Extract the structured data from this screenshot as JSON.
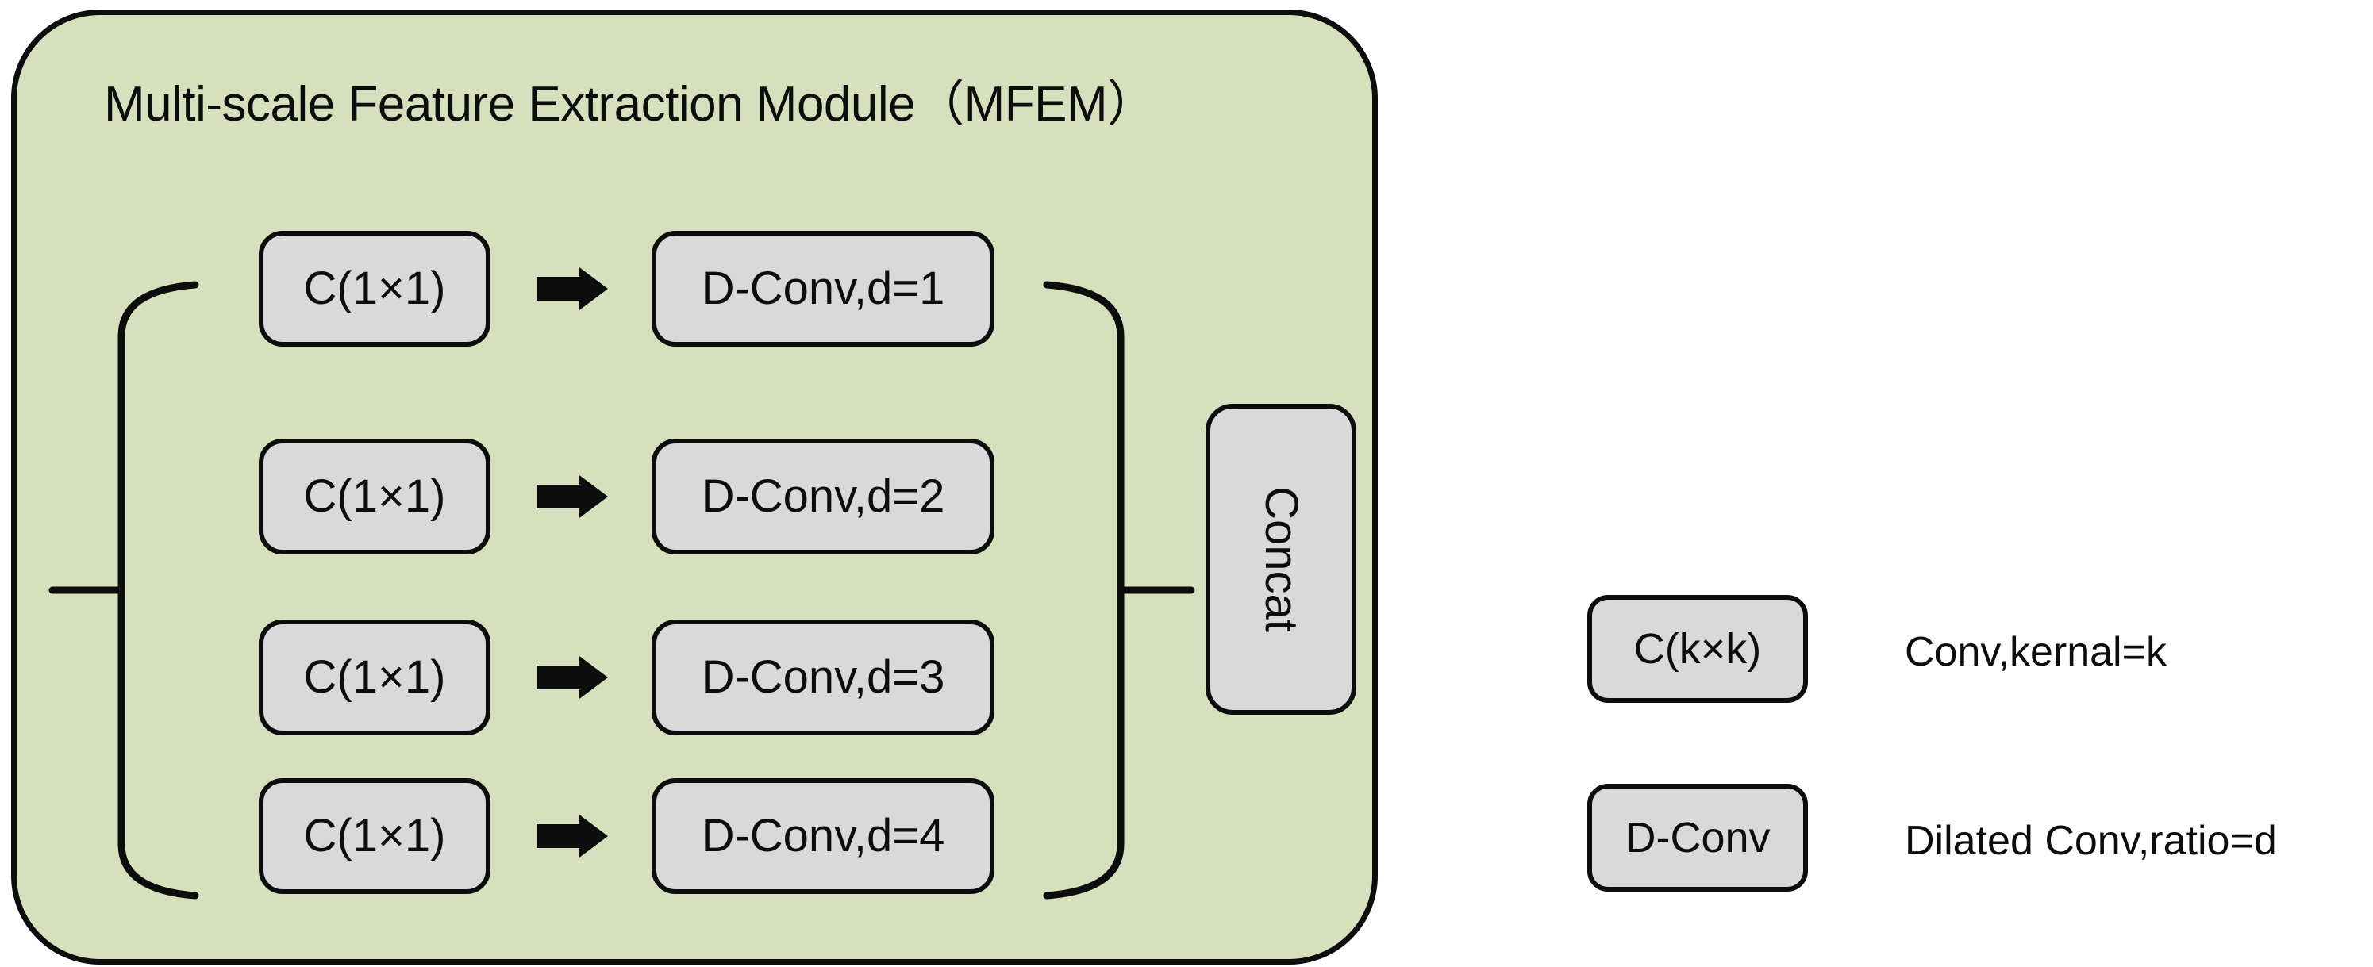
{
  "panel": {
    "title": "Multi-scale Feature Extraction Module（MFEM）",
    "background_color": "#d6e0bc",
    "border_color": "#0d0d0d"
  },
  "node_style": {
    "fill": "#d9d9d9",
    "stroke": "#0d0d0d"
  },
  "branches": [
    {
      "conv_label": "C(1×1)",
      "dconv_label": "D-Conv,d=1",
      "dilation": 1
    },
    {
      "conv_label": "C(1×1)",
      "dconv_label": "D-Conv,d=2",
      "dilation": 2
    },
    {
      "conv_label": "C(1×1)",
      "dconv_label": "D-Conv,d=3",
      "dilation": 3
    },
    {
      "conv_label": "C(1×1)",
      "dconv_label": "D-Conv,d=4",
      "dilation": 4
    }
  ],
  "concat": {
    "label": "Concat"
  },
  "legend": {
    "items": [
      {
        "symbol": "C(k×k)",
        "description": "Conv,kernal=k"
      },
      {
        "symbol": "D-Conv",
        "description": "Dilated Conv,ratio=d"
      }
    ]
  }
}
